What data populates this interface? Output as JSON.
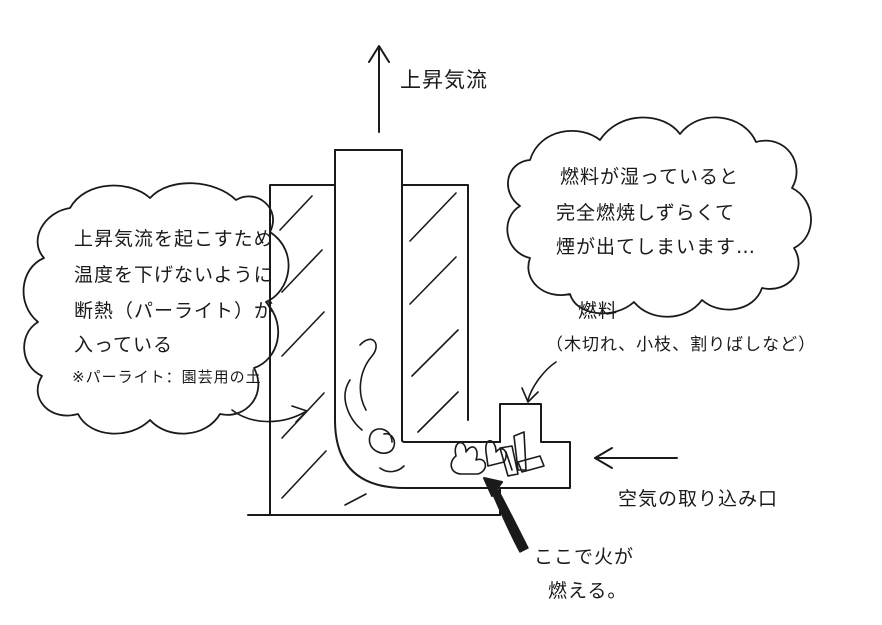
{
  "labels": {
    "updraft": "上昇気流",
    "insulation_note": [
      "上昇気流を起こすため",
      "温度を下げないように",
      "断熱（パーライト）が",
      "入っている"
    ],
    "perlite_note": "※パーライト：園芸用の土",
    "smoke_note": [
      "燃料が湿っていると",
      "完全燃焼しずらくて",
      "煙が出てしまいます…"
    ],
    "fuel_title": "燃料",
    "fuel_detail": "（木切れ、小枝、割りばしなど）",
    "air_intake": "空気の取り込み口",
    "fire_note": [
      "ここで火が",
      "燃える。"
    ]
  },
  "colors": {
    "ink": "#1a1a1a",
    "paper": "#ffffff"
  }
}
